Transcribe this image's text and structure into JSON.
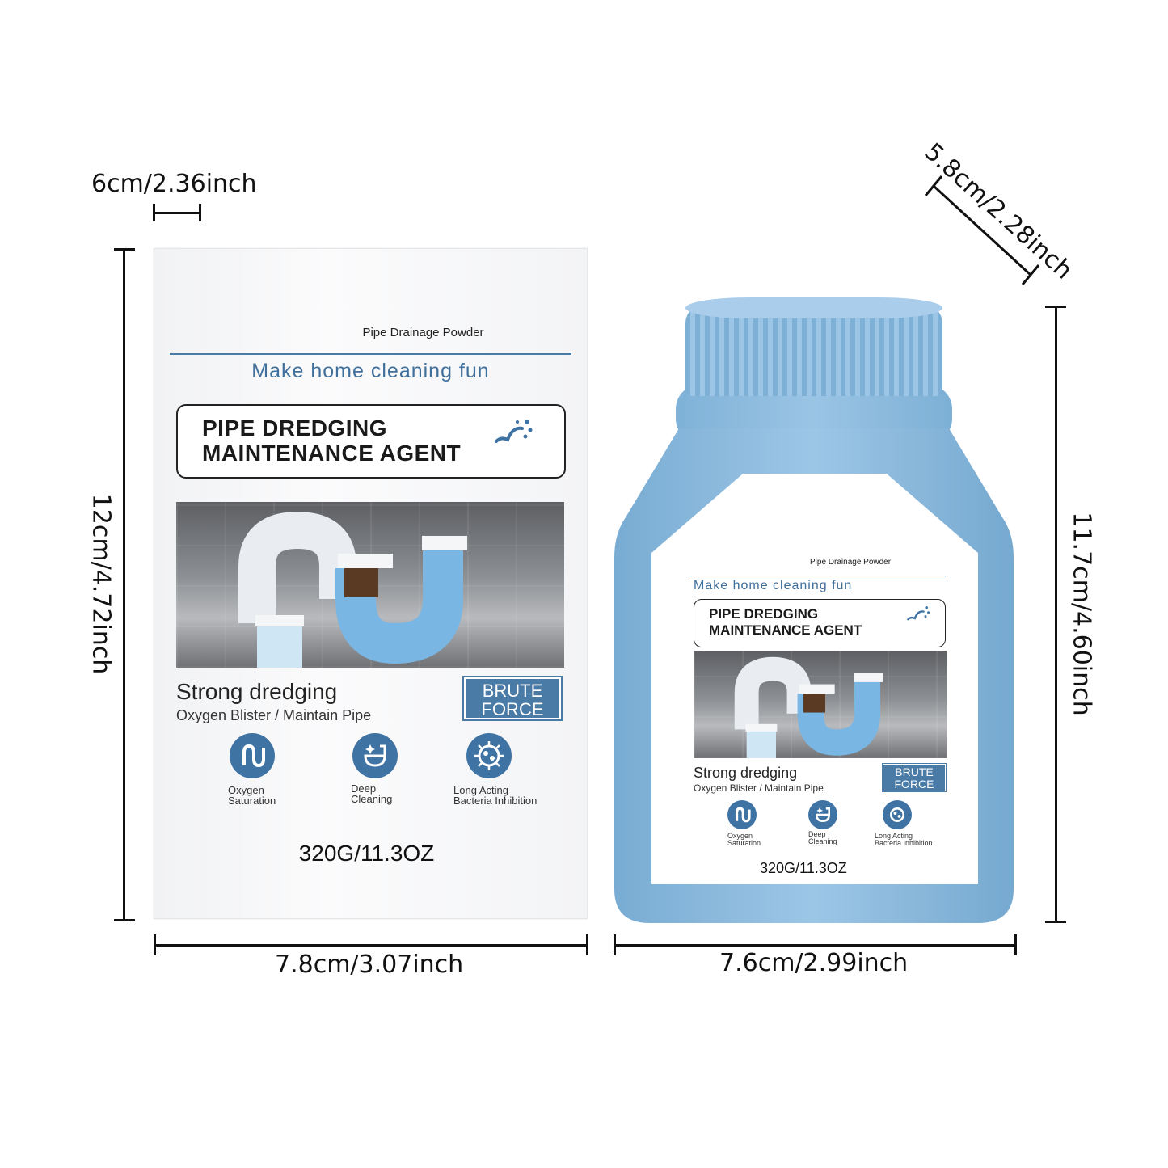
{
  "dimensions": {
    "box_depth": "6cm/2.36inch",
    "box_height": "12cm/4.72inch",
    "box_width": "7.8cm/3.07inch",
    "bottle_depth": "5.8cm/2.28inch",
    "bottle_height": "11.7cm/4.60inch",
    "bottle_width": "7.6cm/2.99inch"
  },
  "product": {
    "small_title": "Pipe Drainage Powder",
    "tagline": "Make home cleaning fun",
    "title_line1": "PIPE DREDGING",
    "title_line2": "MAINTENANCE AGENT",
    "headline": "Strong dredging",
    "subline": "Oxygen Blister / Maintain Pipe",
    "badge_line1": "BRUTE",
    "badge_line2": "FORCE",
    "features": [
      {
        "line1": "Oxygen",
        "line2": "Saturation",
        "icon": "pipe-icon"
      },
      {
        "line1": "Deep",
        "line2": "Cleaning",
        "icon": "toilet-sparkle-icon"
      },
      {
        "line1": "Long Acting",
        "line2": "Bacteria Inhibition",
        "icon": "bacteria-icon"
      }
    ],
    "weight": "320G/11.3OZ"
  },
  "colors": {
    "brand_blue": "#4a7aa6",
    "bottle_blue": "#8dbce0",
    "icon_blue": "#3e73a4"
  }
}
